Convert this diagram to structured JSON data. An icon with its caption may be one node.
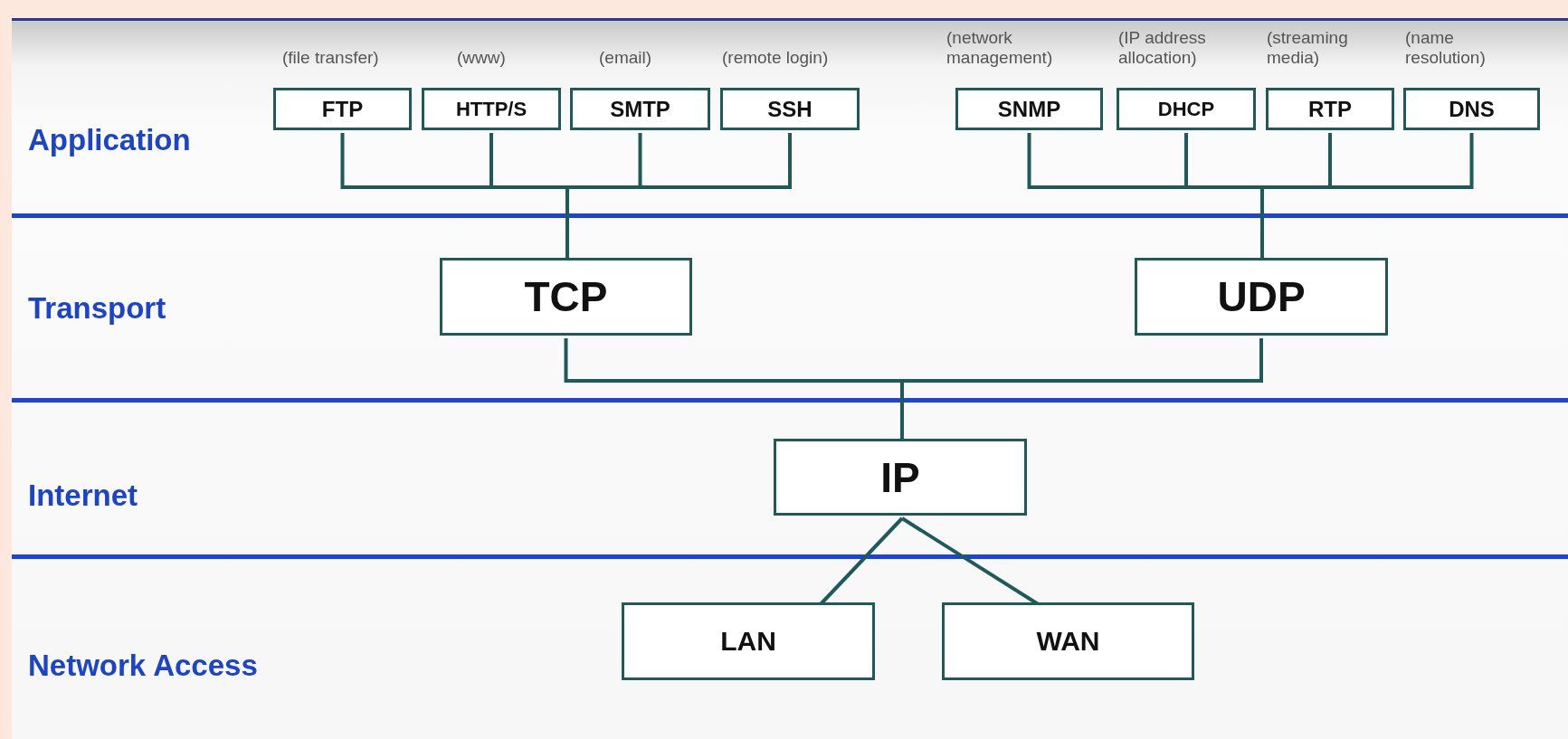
{
  "diagram": {
    "nodes": [
      {
        "text": [
          "Application"
        ]
      },
      {
        "text": [
          "FTP"
        ],
        "in": 0,
        "beside": [
          "(file transfer)"
        ]
      },
      {
        "text": [
          "HTTP/S"
        ],
        "in": 0,
        "beside": [
          "(www)"
        ]
      },
      {
        "text": [
          "SMTP"
        ],
        "in": 0,
        "beside": [
          "(email)"
        ]
      },
      {
        "text": [
          "SSH"
        ],
        "in": 0,
        "beside": [
          "(remote login)"
        ]
      },
      {
        "text": [
          "SNMP"
        ],
        "in": 0,
        "beside": [
          "(network management)"
        ]
      },
      {
        "text": [
          "DHCP"
        ],
        "in": 0,
        "beside": [
          "(IP address allocation)"
        ]
      },
      {
        "text": [
          "RTP"
        ],
        "in": 0,
        "beside": [
          "(streaming media)"
        ]
      },
      {
        "text": [
          "DNS"
        ],
        "in": 0,
        "beside": [
          "(name resolution)"
        ]
      },
      {
        "text": [
          "Transport"
        ]
      },
      {
        "text": [
          "TCP"
        ],
        "in": 9
      },
      {
        "text": [
          "UDP"
        ],
        "in": 9
      },
      {
        "text": [
          "Internet"
        ]
      },
      {
        "text": [
          "IP"
        ],
        "in": 12
      },
      {
        "text": [
          "Network Access"
        ]
      },
      {
        "text": [
          "LAN"
        ],
        "in": 14
      },
      {
        "text": [
          "WAN"
        ],
        "in": 14
      }
    ],
    "edges": [
      {
        "from": 1,
        "to": 10,
        "arrow": "none"
      },
      {
        "from": 2,
        "to": 10,
        "arrow": "none"
      },
      {
        "from": 3,
        "to": 10,
        "arrow": "none"
      },
      {
        "from": 4,
        "to": 10,
        "arrow": "none"
      },
      {
        "from": 5,
        "to": 11,
        "arrow": "none"
      },
      {
        "from": 6,
        "to": 11,
        "arrow": "none"
      },
      {
        "from": 7,
        "to": 11,
        "arrow": "none"
      },
      {
        "from": 8,
        "to": 11,
        "arrow": "none"
      },
      {
        "from": 10,
        "to": 13,
        "arrow": "none"
      },
      {
        "from": 11,
        "to": 13,
        "arrow": "none"
      },
      {
        "from": 13,
        "to": 15,
        "arrow": "none"
      },
      {
        "from": 13,
        "to": 16,
        "arrow": "none"
      }
    ]
  }
}
